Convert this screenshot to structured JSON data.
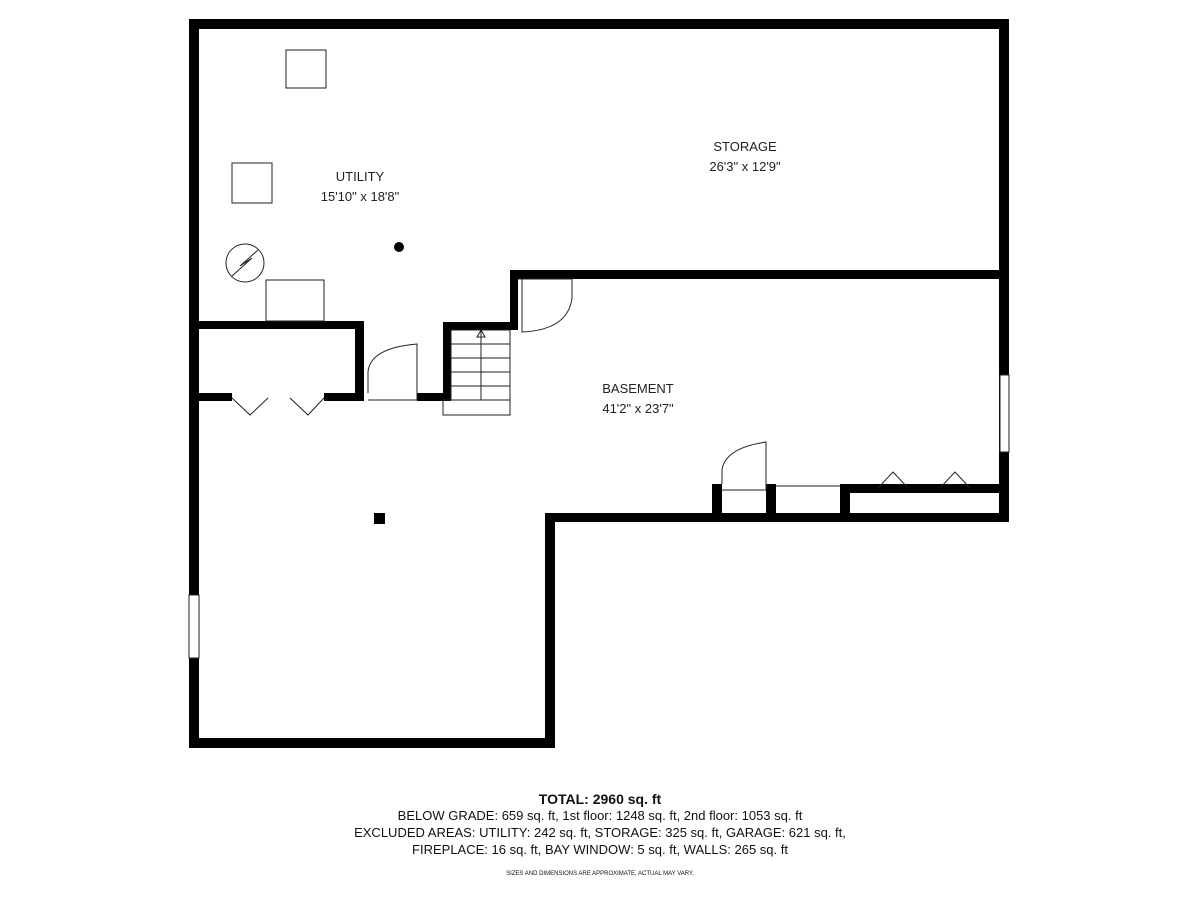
{
  "rooms": [
    {
      "name": "UTILITY",
      "dims": "15'10\" x 18'8\""
    },
    {
      "name": "STORAGE",
      "dims": "26'3\" x 12'9\""
    },
    {
      "name": "BASEMENT",
      "dims": "41'2\" x 23'7\""
    }
  ],
  "summary": {
    "total": "TOTAL: 2960 sq. ft",
    "line1": "BELOW GRADE: 659 sq. ft, 1st floor: 1248 sq. ft, 2nd floor: 1053 sq. ft",
    "line2": "EXCLUDED AREAS: UTILITY: 242 sq. ft, STORAGE: 325 sq. ft, GARAGE: 621 sq. ft,",
    "line3": "FIREPLACE: 16 sq. ft, BAY WINDOW: 5 sq. ft, WALLS: 265 sq. ft",
    "disclaimer": "SIZES AND DIMENSIONS ARE APPROXIMATE, ACTUAL MAY VARY."
  }
}
